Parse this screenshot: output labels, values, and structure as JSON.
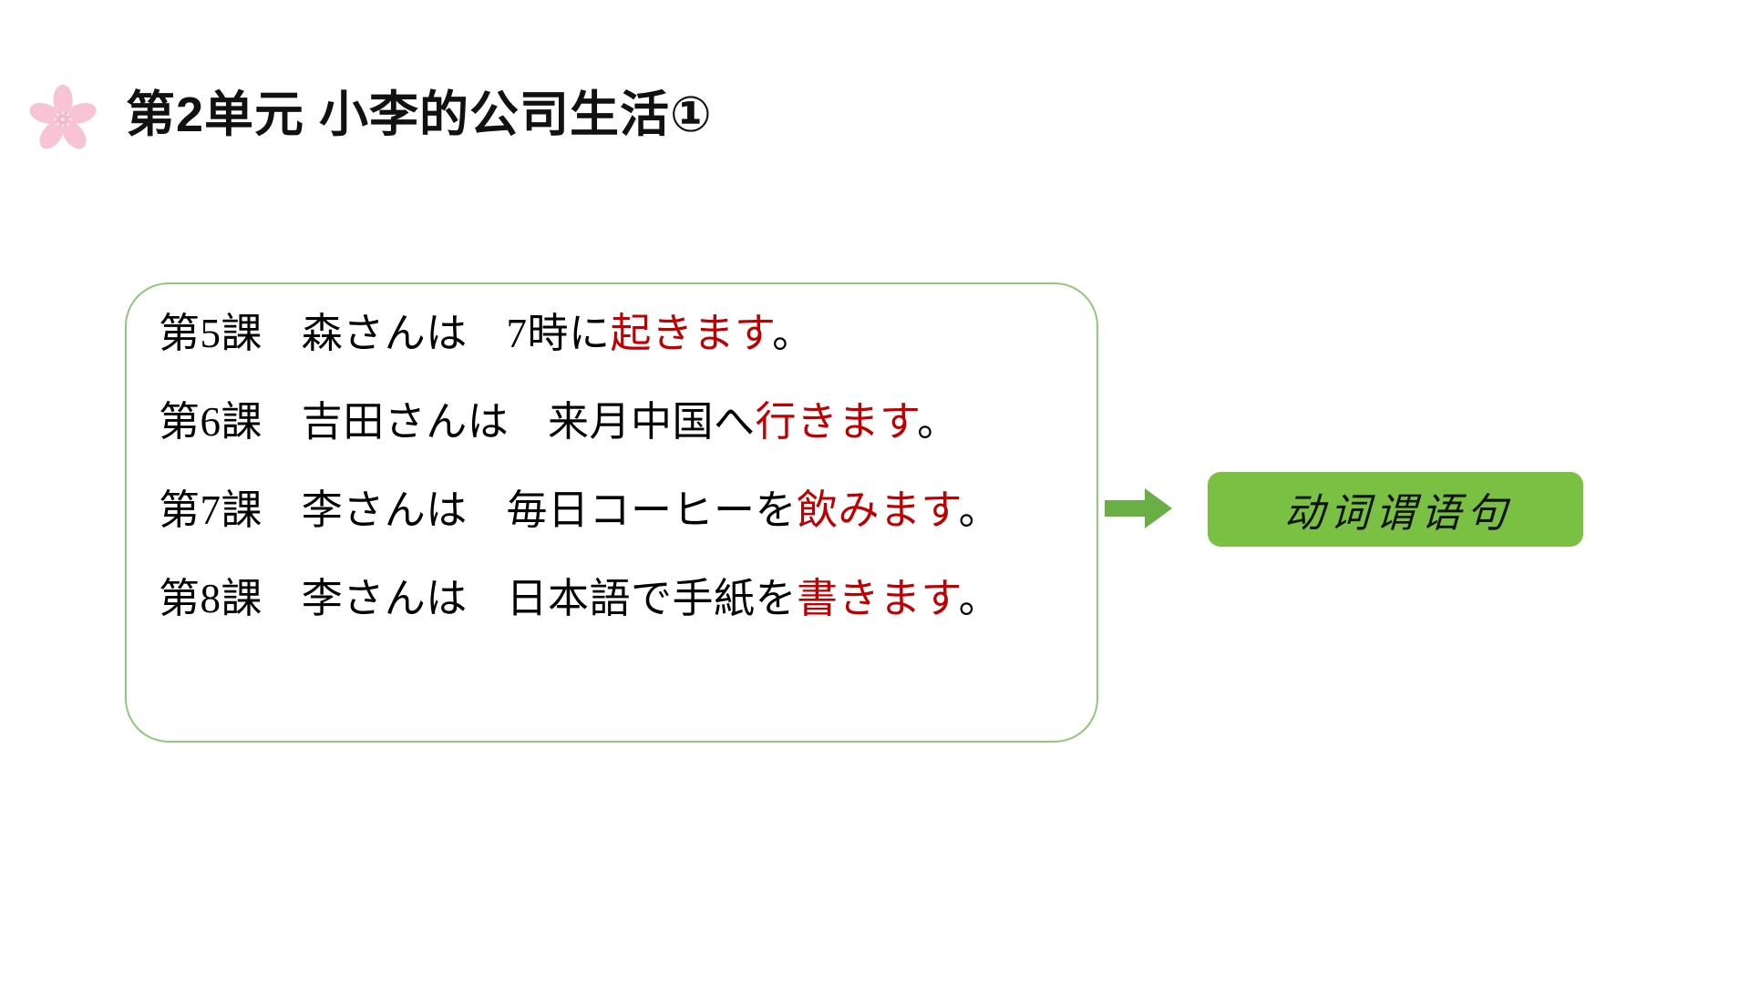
{
  "slide": {
    "background_color": "#ffffff",
    "title": "第2单元 小李的公司生活①",
    "decor_icon": "sakura-flower-icon",
    "decor_icon_color": "#f7c5d2"
  },
  "panel": {
    "border_color": "#8fc97a",
    "sentences": [
      {
        "lesson": "第5課",
        "black_prefix": "森さんは",
        "black_middle": "7時に",
        "red_verb": "起きます",
        "period": "。",
        "full_text": "第5課　森さんは　7時に起きます。"
      },
      {
        "lesson": "第6課",
        "black_prefix": "吉田さんは",
        "black_middle": "来月中国へ",
        "red_verb": "行きます",
        "period": "。",
        "full_text": "第6課　吉田さんは　来月中国へ行きます。"
      },
      {
        "lesson": "第7課",
        "black_prefix": "李さんは",
        "black_middle": "毎日コーヒーを",
        "red_verb": "飲みます",
        "period": "。",
        "full_text": "第7課　李さんは　毎日コーヒーを飲みます。"
      },
      {
        "lesson": "第8課",
        "black_prefix": "李さんは",
        "black_middle": "日本語で手紙を",
        "red_verb": "書きます",
        "period": "。",
        "full_text": "第8課　李さんは　日本語で手紙を書きます。"
      }
    ],
    "verb_color": "#c00000"
  },
  "arrow": {
    "name": "right-arrow-icon",
    "color": "#6aaf46"
  },
  "label_box": {
    "text": "动词谓语句",
    "background_color": "#7ac143",
    "text_color": "#121212"
  }
}
